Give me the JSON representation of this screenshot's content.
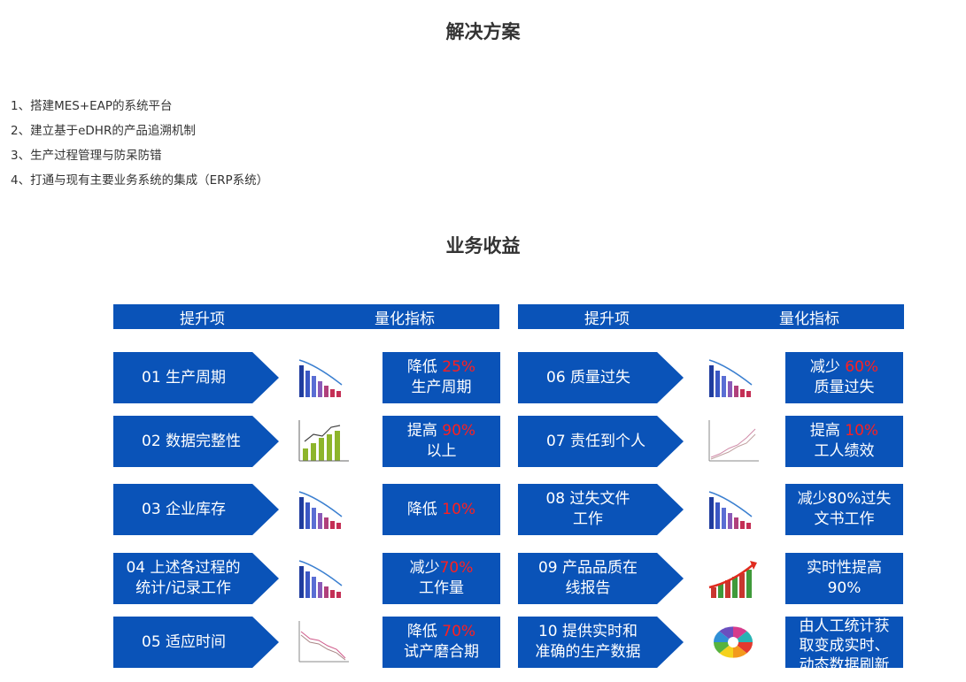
{
  "solution": {
    "title": "解决方案",
    "items": [
      "1、搭建MES+EAP的系统平台",
      "2、建立基于eDHR的产品追溯机制",
      "3、生产过程管理与防呆防错",
      "4、打通与现有主要业务系统的集成（ERP系统）"
    ]
  },
  "benefits": {
    "title": "业务收益",
    "col_header_item": "提升项",
    "col_header_metric": "量化指标",
    "colors": {
      "panel": "#0a53b8",
      "highlight": "#ff1f1f"
    },
    "rows": [
      {
        "item": "01  生产周期",
        "icon": "declining-bar-chart-icon",
        "metric": [
          {
            "text": "降低 "
          },
          {
            "text": "25%",
            "hl": true
          }
        ],
        "metric2": "生产周期"
      },
      {
        "item": "02  数据完整性",
        "icon": "rising-bar-chart-icon",
        "metric": [
          {
            "text": "提高 "
          },
          {
            "text": "90%",
            "hl": true
          }
        ],
        "metric2": "以上"
      },
      {
        "item": "03  企业库存",
        "icon": "declining-bar-chart-icon",
        "metric": [
          {
            "text": "降低 "
          },
          {
            "text": "10%",
            "hl": true
          }
        ],
        "metric2": ""
      },
      {
        "item": "04 上述各过程的\n统计/记录工作",
        "icon": "declining-bar-chart-icon",
        "metric": [
          {
            "text": "减少"
          },
          {
            "text": "70%",
            "hl": true
          }
        ],
        "metric2": "工作量"
      },
      {
        "item": "05  适应时间",
        "icon": "declining-line-chart-icon",
        "metric": [
          {
            "text": "降低 "
          },
          {
            "text": "70%",
            "hl": true
          }
        ],
        "metric2": "试产磨合期"
      },
      {
        "item": "06  质量过失",
        "icon": "declining-bar-chart-icon",
        "metric": [
          {
            "text": "减少 "
          },
          {
            "text": "60%",
            "hl": true
          }
        ],
        "metric2": "质量过失"
      },
      {
        "item": "07  责任到个人",
        "icon": "rising-line-chart-icon",
        "metric": [
          {
            "text": "提高 "
          },
          {
            "text": "10%",
            "hl": true
          }
        ],
        "metric2": "工人绩效"
      },
      {
        "item": "08  过失文件\n工作",
        "icon": "declining-bar-chart-icon",
        "metric": [
          {
            "text": "减少80%过失"
          }
        ],
        "metric2": "文书工作"
      },
      {
        "item": "09  产品品质在\n线报告",
        "icon": "growth-arrow-chart-icon",
        "metric": [
          {
            "text": "实时性提高"
          }
        ],
        "metric2": "90%"
      },
      {
        "item": "10  提供实时和\n准确的生产数据",
        "icon": "pie-chart-icon",
        "metric": [
          {
            "text": "由人工统计获"
          }
        ],
        "metric2": "取变成实时、\n动态数据刷新"
      }
    ]
  }
}
